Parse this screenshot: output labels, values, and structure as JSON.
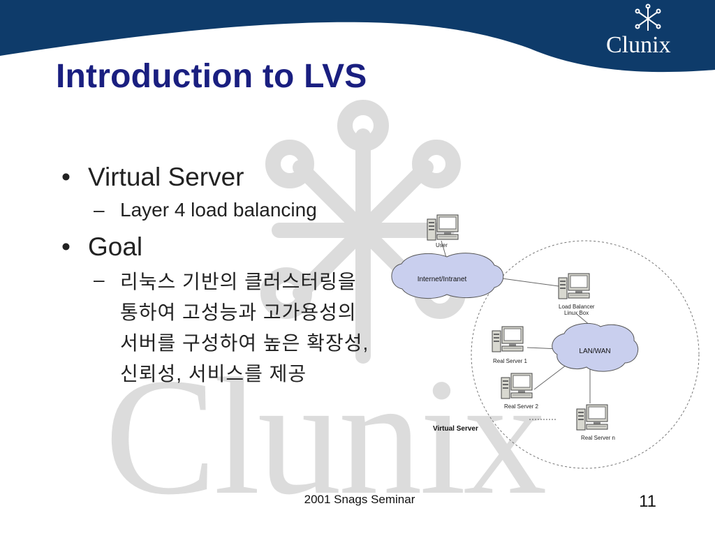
{
  "slide": {
    "title": "Introduction to LVS",
    "logo": {
      "name": "Clunix",
      "icon": "snowflake-icon"
    },
    "watermark": {
      "text": "Clunix",
      "icon": "snowflake-icon"
    },
    "bullets": [
      {
        "text": "Virtual Server",
        "sub": [
          "Layer 4 load balancing"
        ]
      },
      {
        "text": "Goal",
        "sub": [
          "리눅스 기반의 클러스터링을 통하여 고성능과 고가용성의 서버를 구성하여 높은 확장성, 신뢰성, 서비스를 제공"
        ]
      }
    ],
    "bullet_glyph": "•",
    "sub_glyph": "–",
    "footer": "2001 Snags Seminar",
    "page_number": "11",
    "colors": {
      "header_bg": "#0e3b6a",
      "title": "#1a1f80",
      "text": "#222222"
    }
  },
  "diagram": {
    "caption": "Virtual Server",
    "clouds": [
      "Internet/Intranet",
      "LAN/WAN"
    ],
    "nodes": {
      "user": "User",
      "load_balancer": [
        "Load Balancer",
        "Linux Box"
      ],
      "real_server_1": "Real Server 1",
      "real_server_2": "Real Server 2",
      "real_server_n": "Real Server n"
    }
  }
}
